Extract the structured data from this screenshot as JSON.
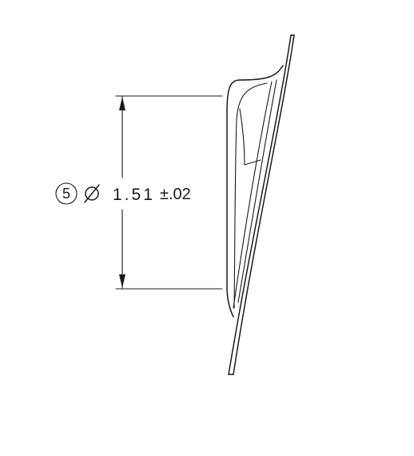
{
  "callout": {
    "balloon_number": "5",
    "diameter_symbol": "⌀",
    "nominal": "1.51",
    "tolerance": "±.02"
  }
}
